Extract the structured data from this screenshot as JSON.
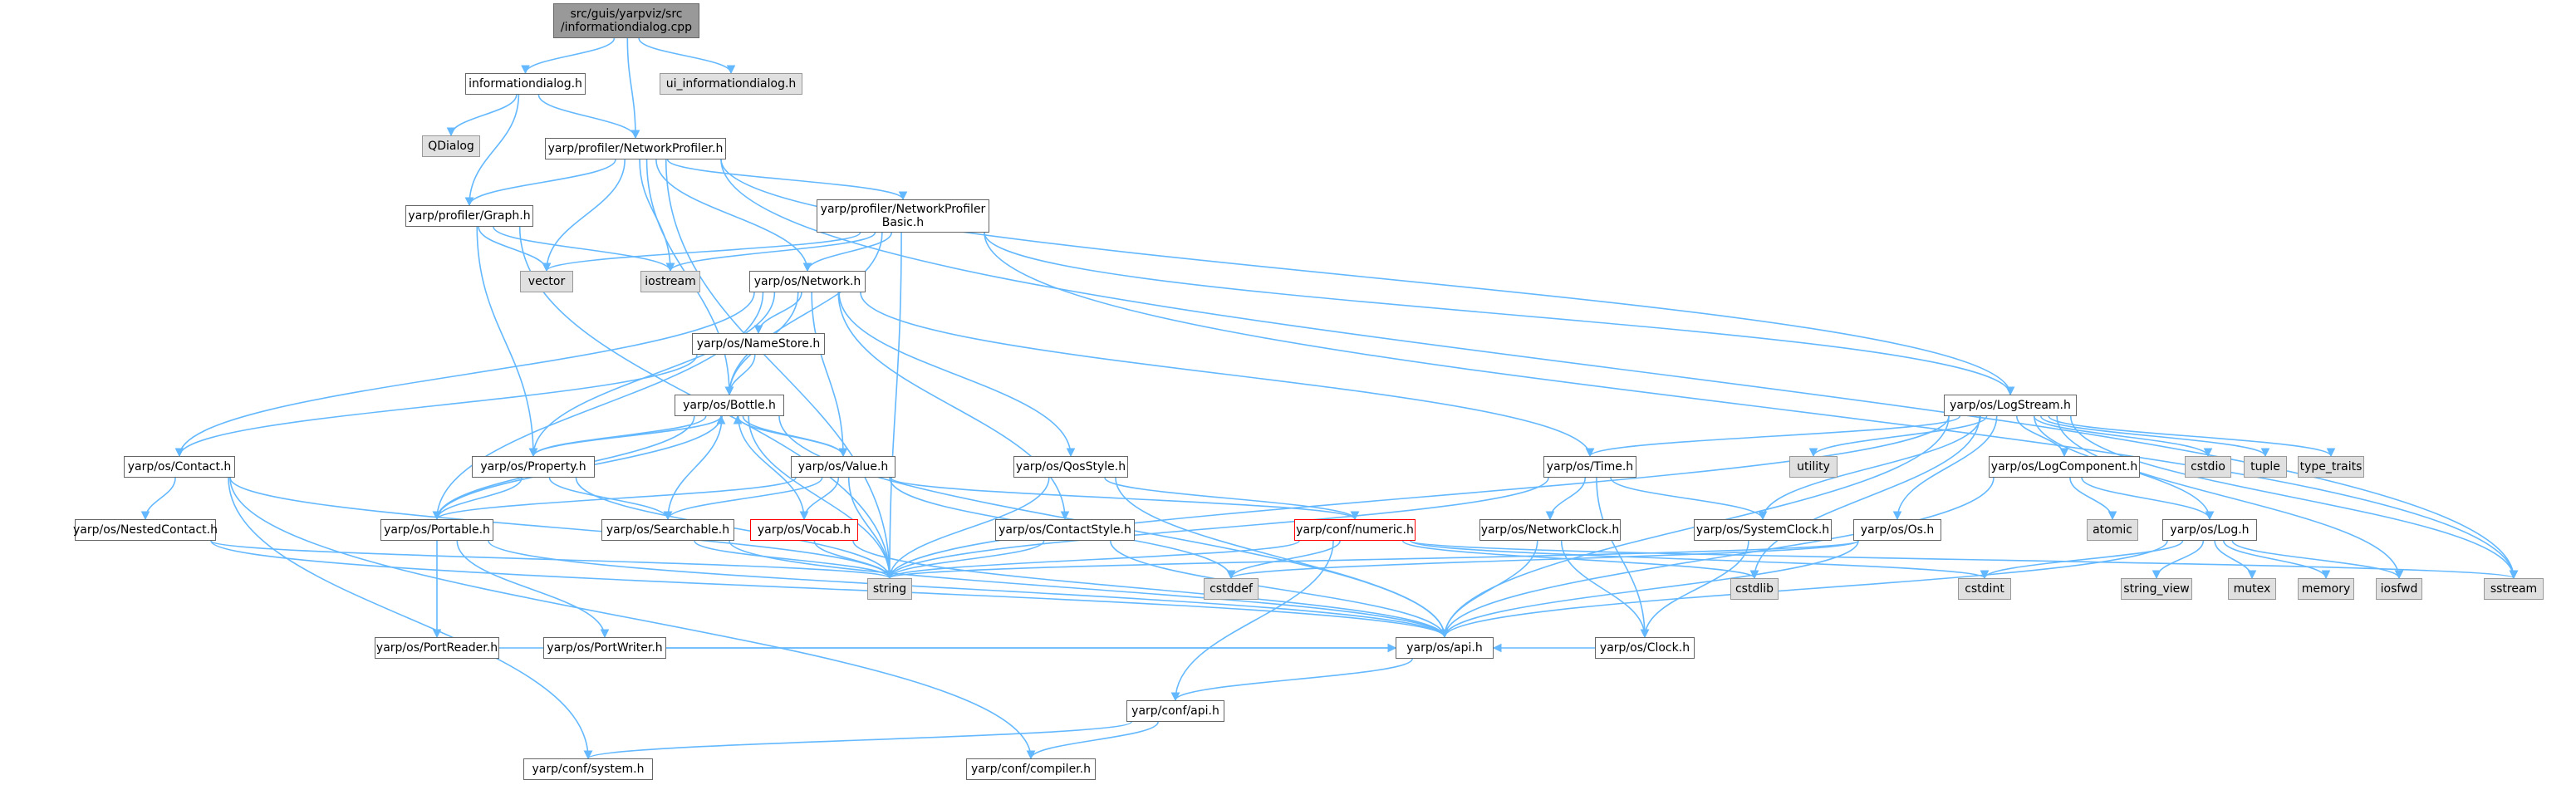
{
  "graph": {
    "nodes": [
      {
        "id": "root",
        "label": "src/guis/yarpviz/src\n/informationdialog.cpp",
        "kind": "focus"
      },
      {
        "id": "infoh",
        "label": "informationdialog.h",
        "kind": "file"
      },
      {
        "id": "uiinfo",
        "label": "ui_informationdialog.h",
        "kind": "system"
      },
      {
        "id": "qdialog",
        "label": "QDialog",
        "kind": "system"
      },
      {
        "id": "netprof",
        "label": "yarp/profiler/NetworkProfiler.h",
        "kind": "file"
      },
      {
        "id": "graph",
        "label": "yarp/profiler/Graph.h",
        "kind": "file"
      },
      {
        "id": "npbasic",
        "label": "yarp/profiler/NetworkProfiler\nBasic.h",
        "kind": "file"
      },
      {
        "id": "vector",
        "label": "vector",
        "kind": "system"
      },
      {
        "id": "iostream",
        "label": "iostream",
        "kind": "system"
      },
      {
        "id": "network",
        "label": "yarp/os/Network.h",
        "kind": "file"
      },
      {
        "id": "namestore",
        "label": "yarp/os/NameStore.h",
        "kind": "file"
      },
      {
        "id": "bottle",
        "label": "yarp/os/Bottle.h",
        "kind": "file"
      },
      {
        "id": "logstream",
        "label": "yarp/os/LogStream.h",
        "kind": "file"
      },
      {
        "id": "contact",
        "label": "yarp/os/Contact.h",
        "kind": "file"
      },
      {
        "id": "property",
        "label": "yarp/os/Property.h",
        "kind": "file"
      },
      {
        "id": "value",
        "label": "yarp/os/Value.h",
        "kind": "file"
      },
      {
        "id": "qosstyle",
        "label": "yarp/os/QosStyle.h",
        "kind": "file"
      },
      {
        "id": "time",
        "label": "yarp/os/Time.h",
        "kind": "file"
      },
      {
        "id": "utility",
        "label": "utility",
        "kind": "system"
      },
      {
        "id": "logcomp",
        "label": "yarp/os/LogComponent.h",
        "kind": "file"
      },
      {
        "id": "cstdio",
        "label": "cstdio",
        "kind": "system"
      },
      {
        "id": "tuple",
        "label": "tuple",
        "kind": "system"
      },
      {
        "id": "typetraits",
        "label": "type_traits",
        "kind": "system"
      },
      {
        "id": "nestedcontact",
        "label": "yarp/os/NestedContact.h",
        "kind": "file"
      },
      {
        "id": "portable",
        "label": "yarp/os/Portable.h",
        "kind": "file"
      },
      {
        "id": "searchable",
        "label": "yarp/os/Searchable.h",
        "kind": "file"
      },
      {
        "id": "vocab",
        "label": "yarp/os/Vocab.h",
        "kind": "warning"
      },
      {
        "id": "contactstyle",
        "label": "yarp/os/ContactStyle.h",
        "kind": "file"
      },
      {
        "id": "numeric",
        "label": "yarp/conf/numeric.h",
        "kind": "warning"
      },
      {
        "id": "netclock",
        "label": "yarp/os/NetworkClock.h",
        "kind": "file"
      },
      {
        "id": "sysclock",
        "label": "yarp/os/SystemClock.h",
        "kind": "file"
      },
      {
        "id": "os",
        "label": "yarp/os/Os.h",
        "kind": "file"
      },
      {
        "id": "atomic",
        "label": "atomic",
        "kind": "system"
      },
      {
        "id": "log",
        "label": "yarp/os/Log.h",
        "kind": "file"
      },
      {
        "id": "string",
        "label": "string",
        "kind": "system"
      },
      {
        "id": "cstddef",
        "label": "cstddef",
        "kind": "system"
      },
      {
        "id": "cstdlib",
        "label": "cstdlib",
        "kind": "system"
      },
      {
        "id": "cstdint",
        "label": "cstdint",
        "kind": "system"
      },
      {
        "id": "stringview",
        "label": "string_view",
        "kind": "system"
      },
      {
        "id": "mutex",
        "label": "mutex",
        "kind": "system"
      },
      {
        "id": "memory",
        "label": "memory",
        "kind": "system"
      },
      {
        "id": "iosfwd",
        "label": "iosfwd",
        "kind": "system"
      },
      {
        "id": "sstream",
        "label": "sstream",
        "kind": "system"
      },
      {
        "id": "portreader",
        "label": "yarp/os/PortReader.h",
        "kind": "file"
      },
      {
        "id": "portwriter",
        "label": "yarp/os/PortWriter.h",
        "kind": "file"
      },
      {
        "id": "clock",
        "label": "yarp/os/Clock.h",
        "kind": "file"
      },
      {
        "id": "api",
        "label": "yarp/os/api.h",
        "kind": "file"
      },
      {
        "id": "confapi",
        "label": "yarp/conf/api.h",
        "kind": "file"
      },
      {
        "id": "system",
        "label": "yarp/conf/system.h",
        "kind": "file"
      },
      {
        "id": "compiler",
        "label": "yarp/conf/compiler.h",
        "kind": "file"
      }
    ],
    "edges": [
      [
        "root",
        "infoh"
      ],
      [
        "root",
        "netprof"
      ],
      [
        "root",
        "uiinfo"
      ],
      [
        "infoh",
        "qdialog"
      ],
      [
        "infoh",
        "graph"
      ],
      [
        "infoh",
        "netprof"
      ],
      [
        "netprof",
        "graph"
      ],
      [
        "netprof",
        "vector"
      ],
      [
        "netprof",
        "iostream"
      ],
      [
        "netprof",
        "npbasic"
      ],
      [
        "netprof",
        "network"
      ],
      [
        "netprof",
        "bottle"
      ],
      [
        "netprof",
        "logstream"
      ],
      [
        "netprof",
        "string"
      ],
      [
        "netprof",
        "sstream"
      ],
      [
        "graph",
        "vector"
      ],
      [
        "graph",
        "iostream"
      ],
      [
        "graph",
        "property"
      ],
      [
        "graph",
        "string"
      ],
      [
        "npbasic",
        "vector"
      ],
      [
        "npbasic",
        "iostream"
      ],
      [
        "npbasic",
        "network"
      ],
      [
        "npbasic",
        "bottle"
      ],
      [
        "npbasic",
        "logstream"
      ],
      [
        "npbasic",
        "string"
      ],
      [
        "npbasic",
        "sstream"
      ],
      [
        "network",
        "contact"
      ],
      [
        "network",
        "namestore"
      ],
      [
        "network",
        "bottle"
      ],
      [
        "network",
        "property"
      ],
      [
        "network",
        "value"
      ],
      [
        "network",
        "qosstyle"
      ],
      [
        "network",
        "contactstyle"
      ],
      [
        "network",
        "time"
      ],
      [
        "network",
        "portable"
      ],
      [
        "namestore",
        "contact"
      ],
      [
        "namestore",
        "bottle"
      ],
      [
        "bottle",
        "property"
      ],
      [
        "bottle",
        "value"
      ],
      [
        "bottle",
        "portable"
      ],
      [
        "bottle",
        "searchable"
      ],
      [
        "bottle",
        "vocab"
      ],
      [
        "bottle",
        "string"
      ],
      [
        "bottle",
        "api"
      ],
      [
        "property",
        "bottle"
      ],
      [
        "property",
        "portable"
      ],
      [
        "property",
        "searchable"
      ],
      [
        "property",
        "string"
      ],
      [
        "value",
        "bottle"
      ],
      [
        "value",
        "searchable"
      ],
      [
        "value",
        "vocab"
      ],
      [
        "value",
        "string"
      ],
      [
        "value",
        "numeric"
      ],
      [
        "value",
        "cstddef"
      ],
      [
        "value",
        "portable"
      ],
      [
        "contact",
        "nestedcontact"
      ],
      [
        "contact",
        "string"
      ],
      [
        "contact",
        "system"
      ],
      [
        "contact",
        "compiler"
      ],
      [
        "nestedcontact",
        "string"
      ],
      [
        "nestedcontact",
        "api"
      ],
      [
        "portable",
        "portreader"
      ],
      [
        "portable",
        "portwriter"
      ],
      [
        "portable",
        "bottle"
      ],
      [
        "portable",
        "api"
      ],
      [
        "searchable",
        "string"
      ],
      [
        "searchable",
        "api"
      ],
      [
        "vocab",
        "string"
      ],
      [
        "vocab",
        "api"
      ],
      [
        "qosstyle",
        "numeric"
      ],
      [
        "qosstyle",
        "api"
      ],
      [
        "qosstyle",
        "string"
      ],
      [
        "contactstyle",
        "string"
      ],
      [
        "contactstyle",
        "api"
      ],
      [
        "time",
        "netclock"
      ],
      [
        "time",
        "sysclock"
      ],
      [
        "time",
        "clock"
      ],
      [
        "time",
        "string"
      ],
      [
        "netclock",
        "clock"
      ],
      [
        "netclock",
        "api"
      ],
      [
        "sysclock",
        "clock"
      ],
      [
        "clock",
        "api"
      ],
      [
        "numeric",
        "string"
      ],
      [
        "numeric",
        "cstddef"
      ],
      [
        "numeric",
        "cstdlib"
      ],
      [
        "numeric",
        "cstdint"
      ],
      [
        "numeric",
        "confapi"
      ],
      [
        "numeric",
        "sstream"
      ],
      [
        "logstream",
        "string"
      ],
      [
        "logstream",
        "time"
      ],
      [
        "logstream",
        "utility"
      ],
      [
        "logstream",
        "logcomp"
      ],
      [
        "logstream",
        "cstdio"
      ],
      [
        "logstream",
        "tuple"
      ],
      [
        "logstream",
        "typetraits"
      ],
      [
        "logstream",
        "sstream"
      ],
      [
        "logstream",
        "iosfwd"
      ],
      [
        "logstream",
        "log"
      ],
      [
        "logstream",
        "sysclock"
      ],
      [
        "logstream",
        "os"
      ],
      [
        "logstream",
        "api"
      ],
      [
        "logstream",
        "cstdlib"
      ],
      [
        "logcomp",
        "atomic"
      ],
      [
        "logcomp",
        "log"
      ],
      [
        "logcomp",
        "api"
      ],
      [
        "log",
        "stringview"
      ],
      [
        "log",
        "mutex"
      ],
      [
        "log",
        "memory"
      ],
      [
        "log",
        "iosfwd"
      ],
      [
        "log",
        "api"
      ],
      [
        "log",
        "cstdint"
      ],
      [
        "os",
        "api"
      ],
      [
        "os",
        "cstddef"
      ],
      [
        "os",
        "string"
      ],
      [
        "portreader",
        "api"
      ],
      [
        "portwriter",
        "api"
      ],
      [
        "api",
        "confapi"
      ],
      [
        "confapi",
        "system"
      ],
      [
        "confapi",
        "compiler"
      ]
    ]
  }
}
